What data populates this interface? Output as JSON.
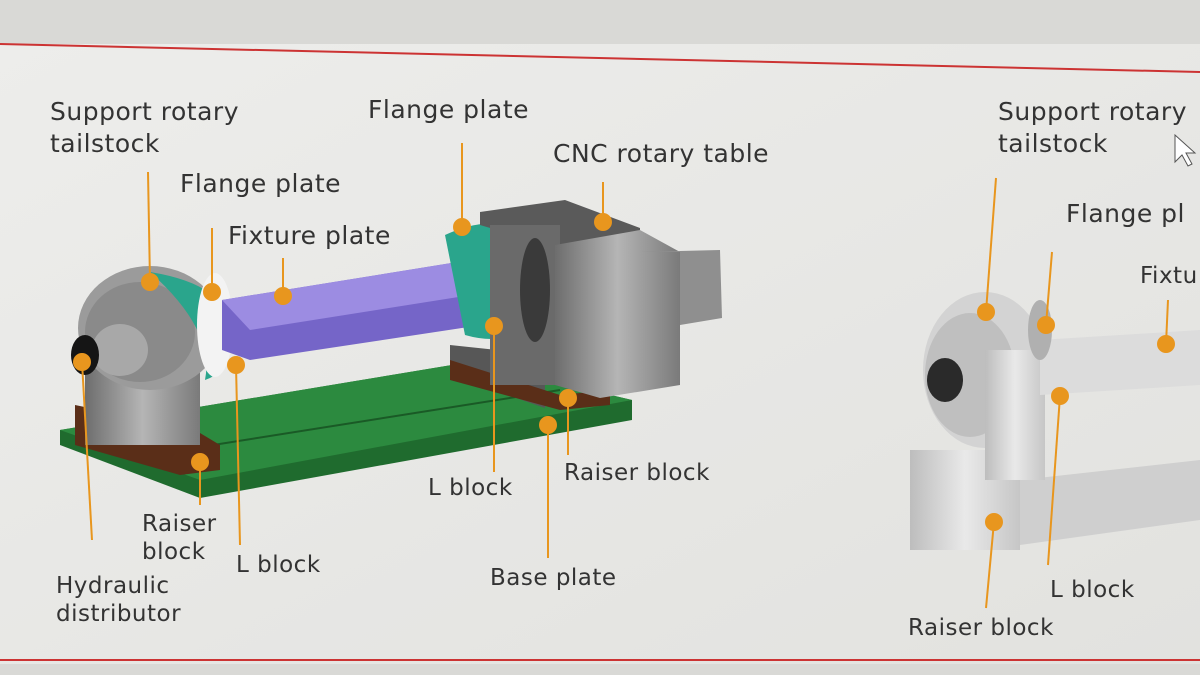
{
  "diagram": {
    "left": {
      "labels": {
        "support_tailstock": "Support rotary\ntailstock",
        "flange_top": "Flange plate",
        "cnc_table": "CNC rotary table",
        "flange_left": "Flange plate",
        "fixture_plate": "Fixture plate",
        "l_block_center": "L block",
        "raiser_block_right": "Raiser block",
        "raiser_block_left": "Raiser\nblock",
        "l_block_left": "L block",
        "base_plate": "Base plate",
        "hydraulic_distributor": "Hydraulic\ndistributor"
      }
    },
    "right": {
      "labels": {
        "support_tailstock": "Support rotary\ntailstock",
        "flange_plate": "Flange pl",
        "fixture": "Fixtu",
        "l_block": "L block",
        "raiser_block": "Raiser block"
      }
    },
    "colors": {
      "leader": "#e8961e",
      "frame_line": "#cc3333",
      "base_plate": "#1f6b2e",
      "fixture_plate": "#8a78d8",
      "flange": "#2aa58c",
      "raiser": "#5a2e18"
    }
  }
}
